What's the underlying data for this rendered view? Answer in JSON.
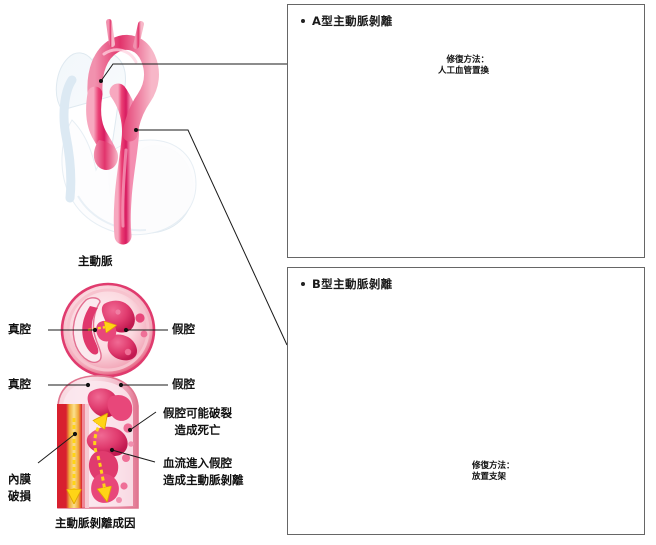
{
  "figure": {
    "type": "medical-illustration",
    "subject": "aortic-dissection",
    "language": "zh-Hant"
  },
  "overview": {
    "aorta_label": "",
    "heart_alt": "heart-and-aorta-anatomy"
  },
  "panels": [
    {
      "id": "panel-a",
      "title": "A型主動脈剝離",
      "bullet": "•",
      "repair_label_line1": "修復方法：",
      "repair_label_line2": "人工血管置換",
      "left_figure_alt": "type-a-dissection-aorta",
      "right_figure_alt": "type-a-graft-replacement"
    },
    {
      "id": "panel-b",
      "title": "B型主動脈剝離",
      "bullet": "•",
      "repair_label_line1": "修復方法：",
      "repair_label_line2": "放置支架",
      "left_figure_alt": "type-b-dissection-aorta",
      "right_figure_alt": "type-b-stent-graft"
    }
  ],
  "cross_section": {
    "aorta_title": "主動脈",
    "true_lumen": "真腔",
    "false_lumen": "假腔"
  },
  "longitudinal": {
    "true_lumen": "真腔",
    "false_lumen": "假腔",
    "rupture_line1": "假腔可能破裂",
    "rupture_line2": "造成死亡",
    "flow_line1": "血流進入假腔",
    "flow_line2": "造成主動脈剝離",
    "intimal_tear_line1": "內膜",
    "intimal_tear_line2": "破損",
    "caption": "主動脈剝離成因"
  },
  "colors": {
    "artery_red": "#e3356a",
    "artery_deep": "#c8134d",
    "wall_pink": "#f6b9c8",
    "lumen_cream": "#fdf2dc",
    "orange_wall": "#e8833f",
    "arrow_red": "#e03010",
    "arrow_yellow": "#ffdd22",
    "graft_blue": "#b9cfdd",
    "stent_grey": "#c8d2d4",
    "panel_border": "#666666",
    "text": "#111111"
  }
}
